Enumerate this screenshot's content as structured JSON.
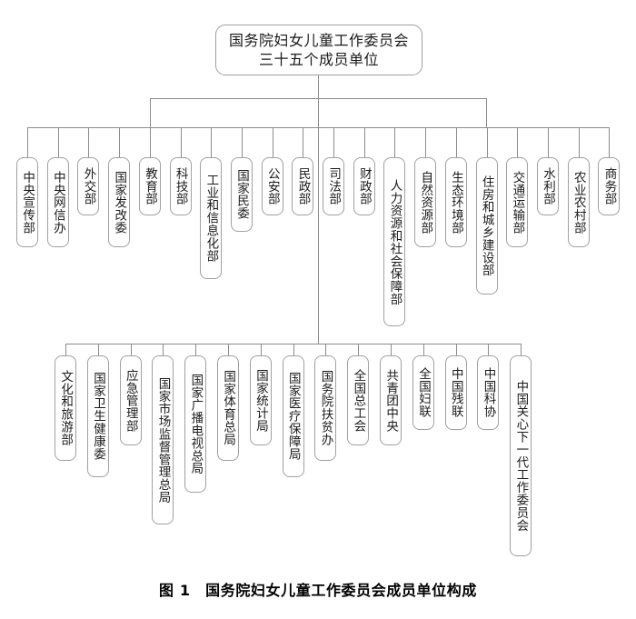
{
  "figure": {
    "caption": "图 1　国务院妇女儿童工作委员会成员单位构成",
    "root": {
      "line1": "国务院妇女儿童工作委员会",
      "line2": "三十五个成员单位"
    },
    "colors": {
      "box_border": "#a0a0a0",
      "connector": "#8c8c8c",
      "box_fill": "#ffffff",
      "text": "#1a1a1a",
      "caption_text": "#000000",
      "background": "#ffffff"
    },
    "row1": [
      {
        "label": "中央宣传部"
      },
      {
        "label": "中央网信办"
      },
      {
        "label": "外交部"
      },
      {
        "label": "国家发改委"
      },
      {
        "label": "教育部"
      },
      {
        "label": "科技部"
      },
      {
        "label": "工业和信息化部"
      },
      {
        "label": "国家民委"
      },
      {
        "label": "公安部"
      },
      {
        "label": "民政部"
      },
      {
        "label": "司法部"
      },
      {
        "label": "财政部"
      },
      {
        "label": "人力资源和社会保障部"
      },
      {
        "label": "自然资源部"
      },
      {
        "label": "生态环境部"
      },
      {
        "label": "住房和城乡建设部"
      },
      {
        "label": "交通运输部"
      },
      {
        "label": "水利部"
      },
      {
        "label": "农业农村部"
      },
      {
        "label": "商务部"
      }
    ],
    "row2": [
      {
        "label": "文化和旅游部"
      },
      {
        "label": "国家卫生健康委"
      },
      {
        "label": "应急管理部"
      },
      {
        "label": "国家市场监督管理总局"
      },
      {
        "label": "国家广播电视总局"
      },
      {
        "label": "国家体育总局"
      },
      {
        "label": "国家统计局"
      },
      {
        "label": "国家医疗保障局"
      },
      {
        "label": "国务院扶贫办"
      },
      {
        "label": "全国总工会"
      },
      {
        "label": "共青团中央"
      },
      {
        "label": "全国妇联"
      },
      {
        "label": "中国残联"
      },
      {
        "label": "中国科协"
      },
      {
        "label": "中国关心下一代工作委员会"
      }
    ]
  }
}
